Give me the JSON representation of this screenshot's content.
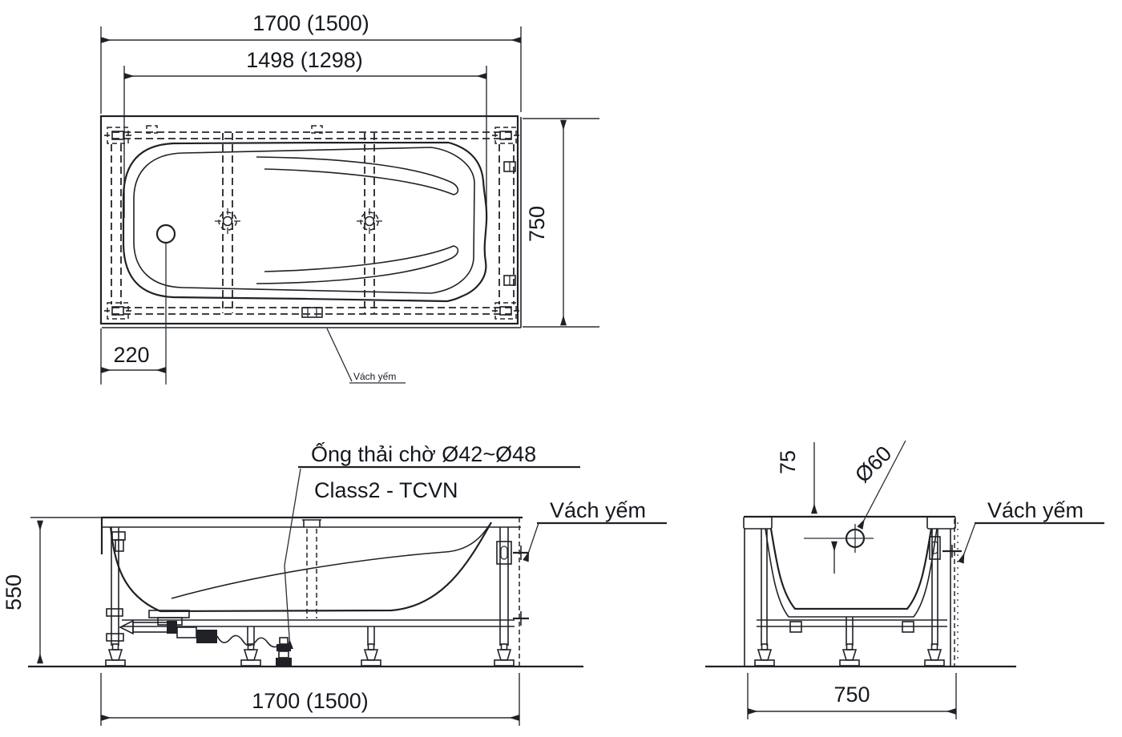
{
  "colors": {
    "background": "#ffffff",
    "line": "#1f2126",
    "text": "#15181e"
  },
  "plan_view": {
    "dim_overall_length": "1700 (1500)",
    "dim_inner_length": "1498 (1298)",
    "dim_width": "750",
    "dim_drain_offset": "220",
    "apron_label": "Vách yếm"
  },
  "side_view": {
    "drain_note": "Ống thải chờ Ø42~Ø48",
    "standard_note": "Class2 - TCVN",
    "apron_label": "Vách yếm",
    "dim_height": "550",
    "dim_overall_length": "1700 (1500)"
  },
  "end_view": {
    "dim_overflow_offset": "75",
    "overflow_diameter": "Ø60",
    "apron_label": "Vách yếm",
    "dim_width": "750"
  }
}
